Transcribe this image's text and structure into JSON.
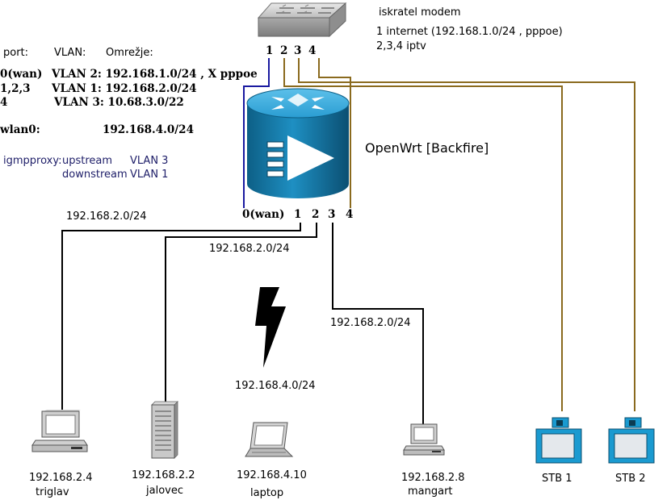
{
  "modem": {
    "name": "iskratel modem",
    "line1": "1 internet (192.168.1.0/24 , pppoe)",
    "line2": "2,3,4 iptv",
    "ports": [
      "1",
      "2",
      "3",
      "4"
    ]
  },
  "vlan_table": {
    "headers": {
      "port": "port:",
      "vlan": "VLAN:",
      "network": "Omrežje:"
    },
    "rows": [
      {
        "port": "0(wan)",
        "vlan": "VLAN 2: 192.168.1.0/24 , X pppoe"
      },
      {
        "port": "1,2,3",
        "vlan": "VLAN 1: 192.168.2.0/24"
      },
      {
        "port": "4",
        "vlan": "VLAN 3: 10.68.3.0/22"
      }
    ],
    "wlan": {
      "label": "wlan0:",
      "value": "192.168.4.0/24"
    }
  },
  "igmpproxy": {
    "label": "igmpproxy:",
    "upstream": "upstream",
    "upstream_vlan": "VLAN 3",
    "downstream": "downstream",
    "downstream_vlan": "VLAN 1"
  },
  "router": {
    "name": "OpenWrt [Backfire]",
    "ports": [
      "0(wan)",
      "1",
      "2",
      "3",
      "4"
    ]
  },
  "links": {
    "triglav_net": "192.168.2.0/24",
    "jalovec_net": "192.168.2.0/24",
    "mangart_net": "192.168.2.0/24",
    "wifi_net": "192.168.4.0/24"
  },
  "devices": {
    "triglav": {
      "ip": "192.168.2.4",
      "name": "triglav",
      "icon": "desktop-computer-icon"
    },
    "jalovec": {
      "ip": "192.168.2.2",
      "name": "jalovec",
      "icon": "server-tower-icon"
    },
    "laptop": {
      "ip": "192.168.4.10",
      "name": "laptop",
      "icon": "laptop-icon"
    },
    "mangart": {
      "ip": "192.168.2.8",
      "name": "mangart",
      "icon": "desktop-computer-icon"
    },
    "stb1": {
      "name": "STB 1",
      "icon": "set-top-box-icon"
    },
    "stb2": {
      "name": "STB 2",
      "icon": "set-top-box-icon"
    }
  },
  "colors": {
    "wan_cable": "#1a1aa0",
    "iptv_cable": "#8a6a1e",
    "lan_cable": "#000000",
    "router_blue": "#1e88b8",
    "stb_blue": "#1a9ad0"
  }
}
